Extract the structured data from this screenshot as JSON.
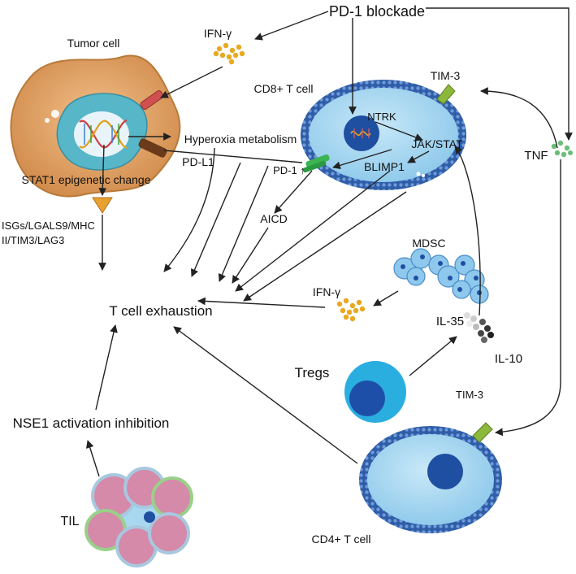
{
  "labels": {
    "pd1_blockade": "PD-1 blockade",
    "ifn_gamma_top": "IFN-γ",
    "tumor_cell": "Tumor cell",
    "cd8_t_cell": "CD8+ T cell",
    "tim3_top": "TIM-3",
    "ntrk": "NTRK",
    "jak_stat": "JAK/STAT",
    "blimp1": "BLIMP1",
    "hyperoxia": "Hyperoxia metabolism",
    "pd_l1": "PD-L1",
    "pd1_up": "PD-1 ↑",
    "stat1": "STAT1 epigenetic change",
    "isgs_line1": "ISGs/LGALS9/MHC",
    "isgs_line2": "II/TIM3/LAG3",
    "tnf": "TNF",
    "aicd": "AICD",
    "mdsc": "MDSC",
    "ifn_gamma_mid": "IFN-γ",
    "t_cell_exhaustion": "T cell exhaustion",
    "il35": "IL-35",
    "il10": "IL-10",
    "tregs": "Tregs",
    "tim3_mid": "TIM-3",
    "nse1": "NSE1 activation inhibition",
    "til": "TIL",
    "cd4_t_cell": "CD4+ T cell"
  },
  "colors": {
    "tumor_fill": "#e0a060",
    "tumor_stroke": "#b87a3a",
    "nucleus_fill": "#57b6c8",
    "tcell_body": "#a8d8f0",
    "tcell_membrane": "#2f5da8",
    "tcell_nucleus": "#1f4fa0",
    "tim3_green": "#8cb83c",
    "pd1_green": "#3cb454",
    "cytokine_gold": "#e8a820",
    "tnf_green": "#6cbf7a",
    "tregs_outer": "#2aaee0",
    "tregs_nucleus": "#1e4fa8",
    "mdsc_fill": "#8ec8ec",
    "til_pink": "#d48aa8",
    "arrow": "#222222"
  }
}
